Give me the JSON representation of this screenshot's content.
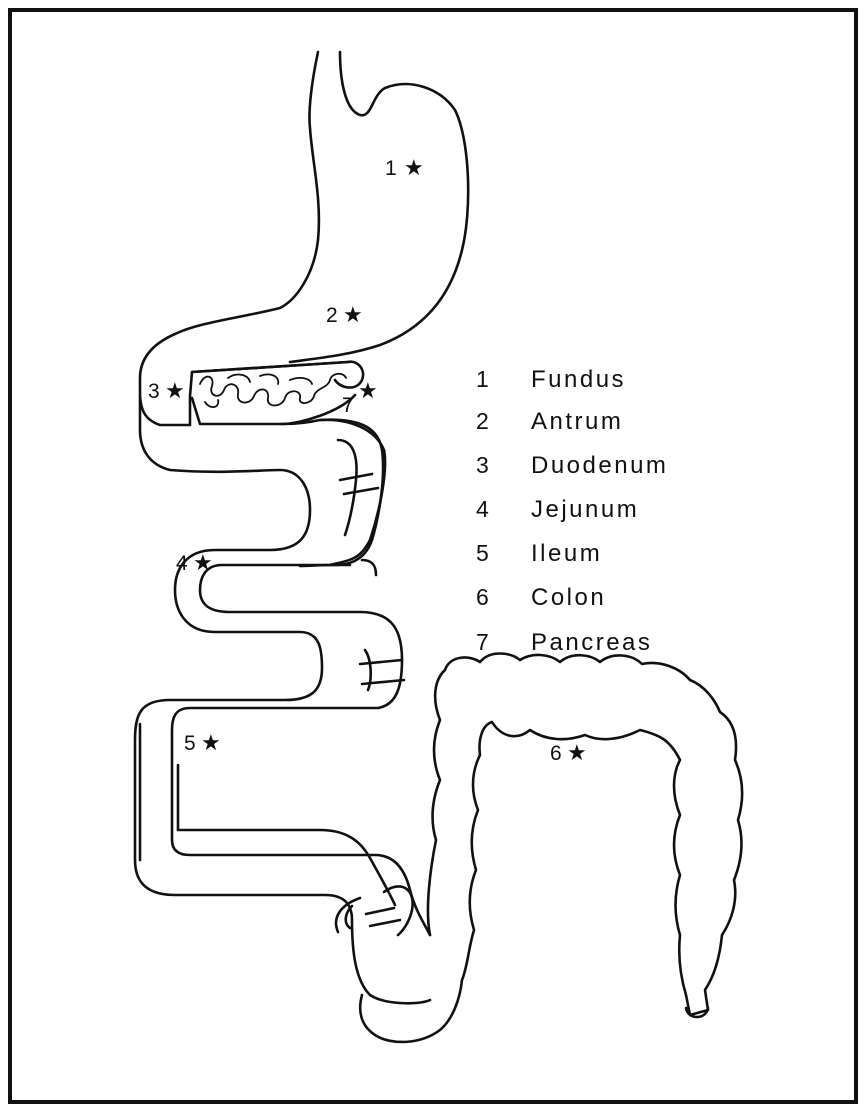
{
  "diagram": {
    "markers": [
      {
        "id": "1",
        "star": "★"
      },
      {
        "id": "2",
        "star": "★"
      },
      {
        "id": "3",
        "star": "★"
      },
      {
        "id": "4",
        "star": "★"
      },
      {
        "id": "5",
        "star": "★"
      },
      {
        "id": "6",
        "star": "★"
      },
      {
        "id": "7",
        "star": "★"
      }
    ],
    "legend": [
      {
        "number": "1",
        "name": "Fundus"
      },
      {
        "number": "2",
        "name": "Antrum"
      },
      {
        "number": "3",
        "name": "Duodenum"
      },
      {
        "number": "4",
        "name": "Jejunum"
      },
      {
        "number": "5",
        "name": "Ileum"
      },
      {
        "number": "6",
        "name": "Colon"
      },
      {
        "number": "7",
        "name": "Pancreas"
      }
    ]
  }
}
